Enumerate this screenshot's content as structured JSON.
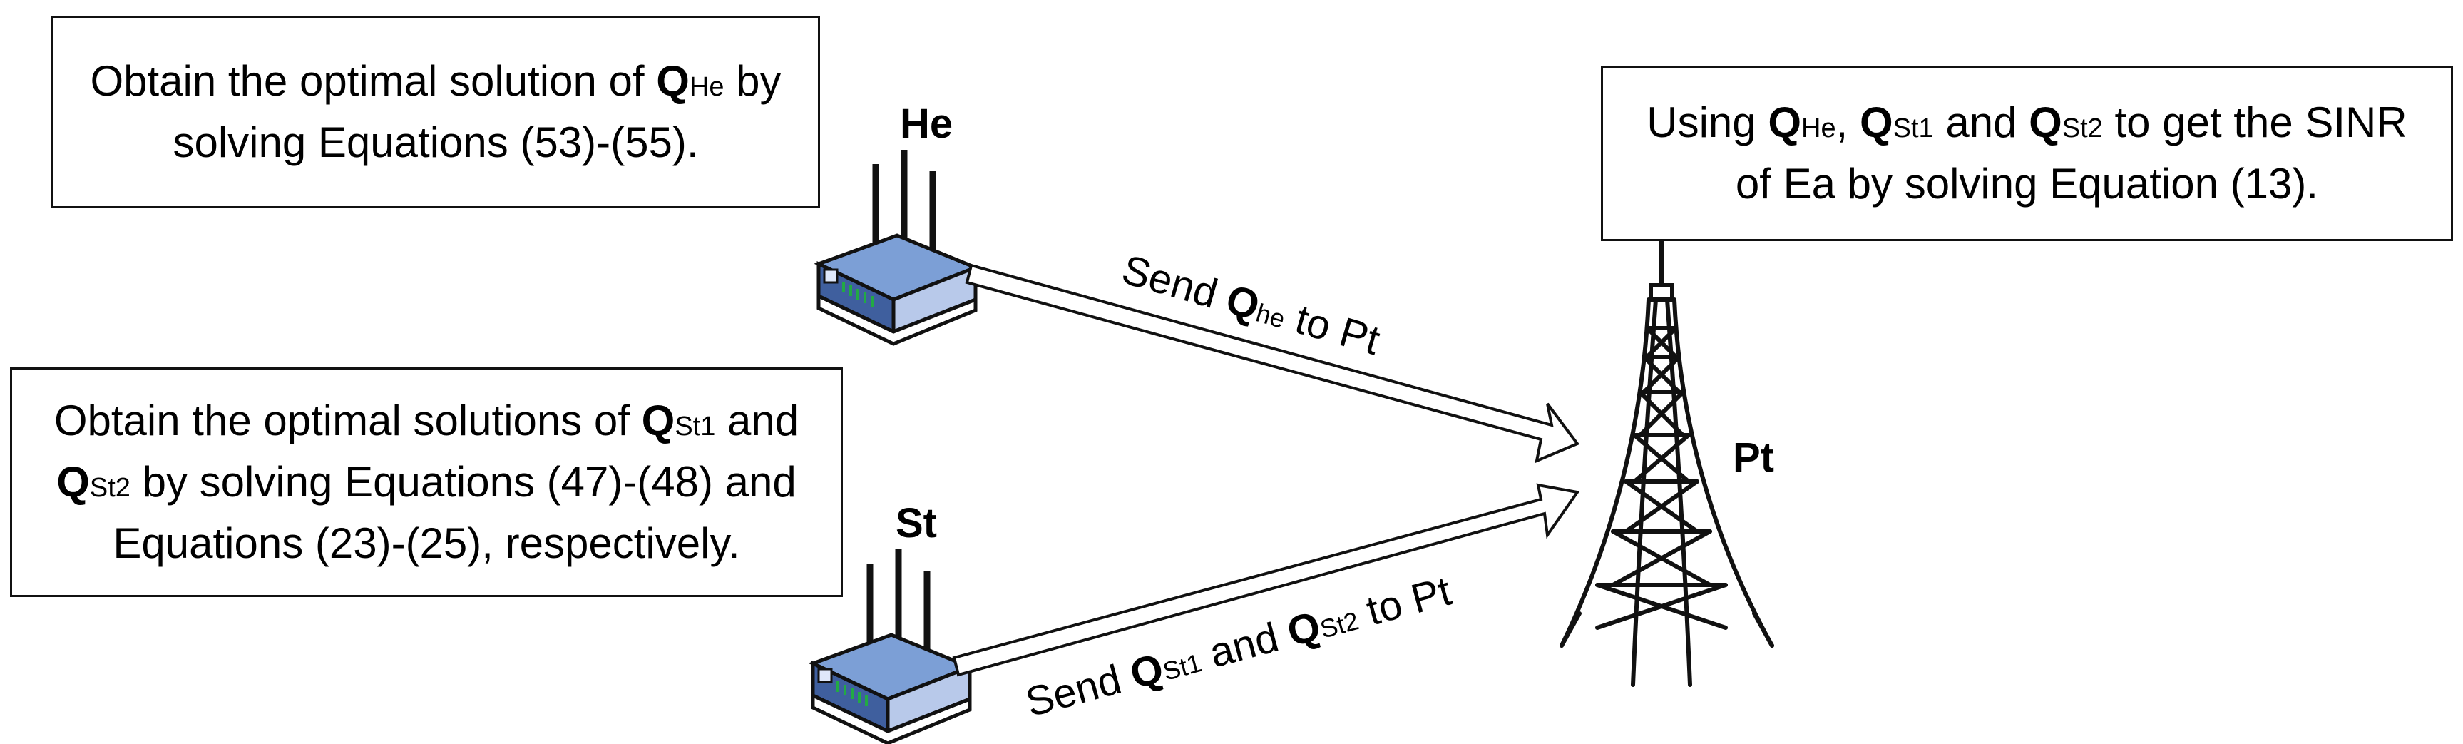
{
  "nodes": {
    "he": {
      "label": "He"
    },
    "st": {
      "label": "St"
    },
    "pt": {
      "label": "Pt"
    }
  },
  "boxes": {
    "he": {
      "l1_a": "Obtain the optimal solution of ",
      "l1_q": "Q",
      "l1_sub": "He",
      "l1_b": " by",
      "l2": "solving Equations (53)-(55)."
    },
    "st": {
      "l1_a": "Obtain the optimal solutions of ",
      "l1_q": "Q",
      "l1_sub": "St1",
      "l1_b": " and",
      "l2_q": "Q",
      "l2_sub": "St2",
      "l2_b": " by solving Equations (47)-(48) and",
      "l3": "Equations (23)-(25), respectively."
    },
    "pt": {
      "l1_a": "Using ",
      "l1_q1": "Q",
      "l1_sub1": "He",
      "l1_sep1": ",  ",
      "l1_q2": "Q",
      "l1_sub2": "St1",
      "l1_sep2": " and ",
      "l1_q3": "Q",
      "l1_sub3": "St2",
      "l1_b": "  to get the SINR",
      "l2": "of Ea by solving Equation (13)."
    }
  },
  "edges": {
    "he_to_pt": {
      "a": "Send ",
      "q": "Q",
      "sub": "he",
      "b": " to Pt"
    },
    "st_to_pt": {
      "a": "Send ",
      "q1": "Q",
      "sub1": "St1",
      "mid": " and ",
      "q2": "Q",
      "sub2": "St2",
      "b": "  to Pt"
    }
  },
  "colors": {
    "router_top": "#7c9fd6",
    "router_side": "#3f5f9e",
    "router_front": "#b8c9ea",
    "router_led": "#22aa44",
    "stroke": "#111111"
  },
  "icons": {
    "router": "wireless-router-icon",
    "tower": "transmission-tower-icon",
    "arrow": "hollow-arrow-icon"
  }
}
